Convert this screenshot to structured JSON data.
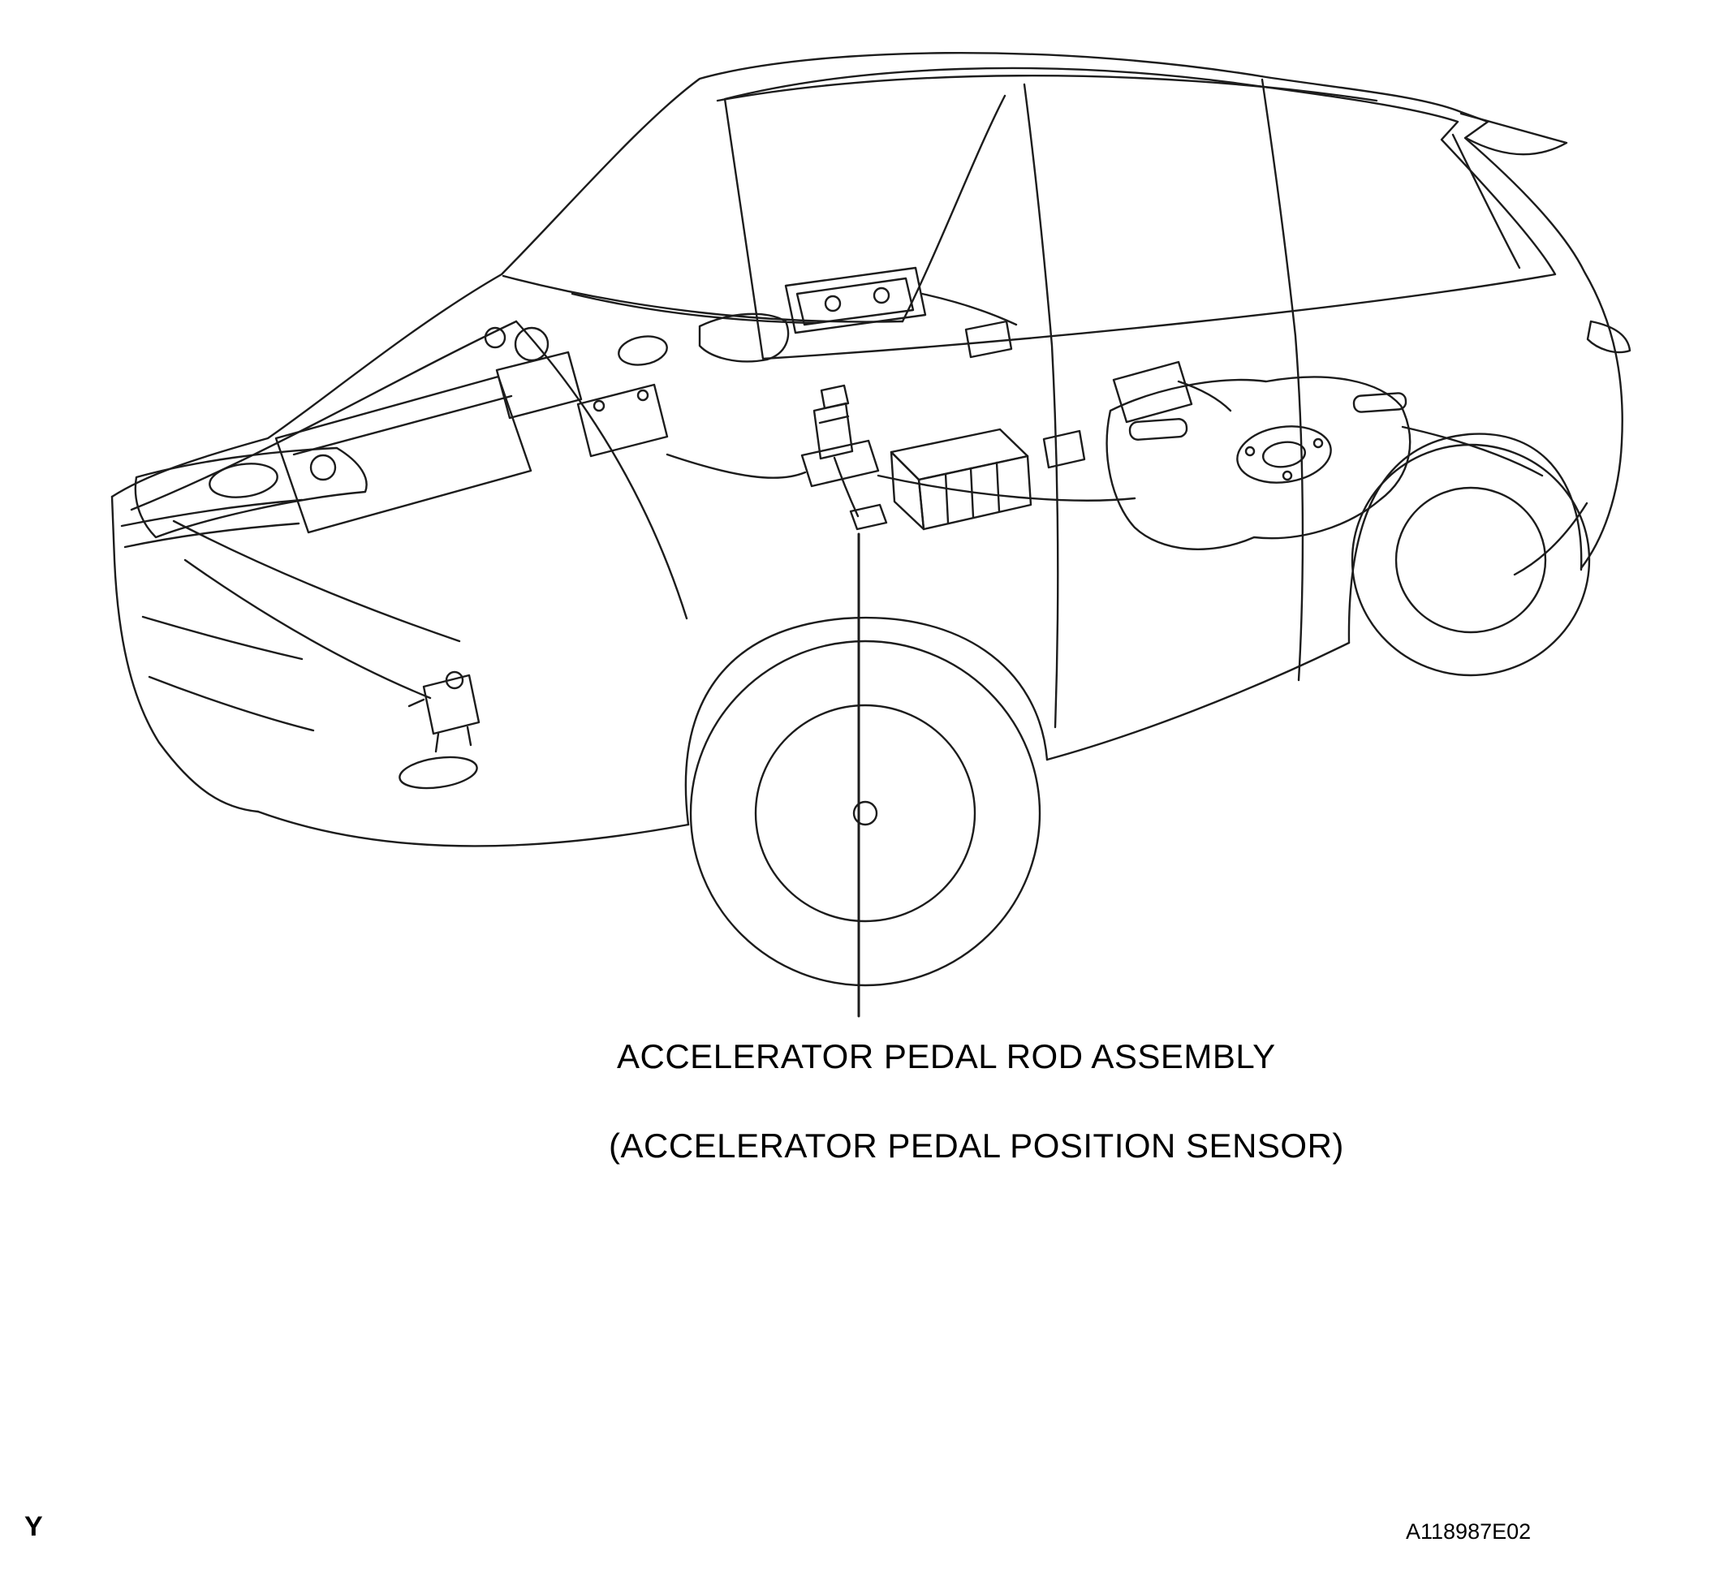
{
  "theme": {
    "line-color": "#1c1c1c",
    "text-color": "#000000",
    "background": "#ffffff"
  },
  "figure": {
    "callout": {
      "label_line1": "ACCELERATOR PEDAL ROD ASSEMBLY",
      "label_line2": "(ACCELERATOR PEDAL POSITION SENSOR)"
    },
    "footer": {
      "page_marker": "Y",
      "figure_code": "A118987E02"
    }
  }
}
